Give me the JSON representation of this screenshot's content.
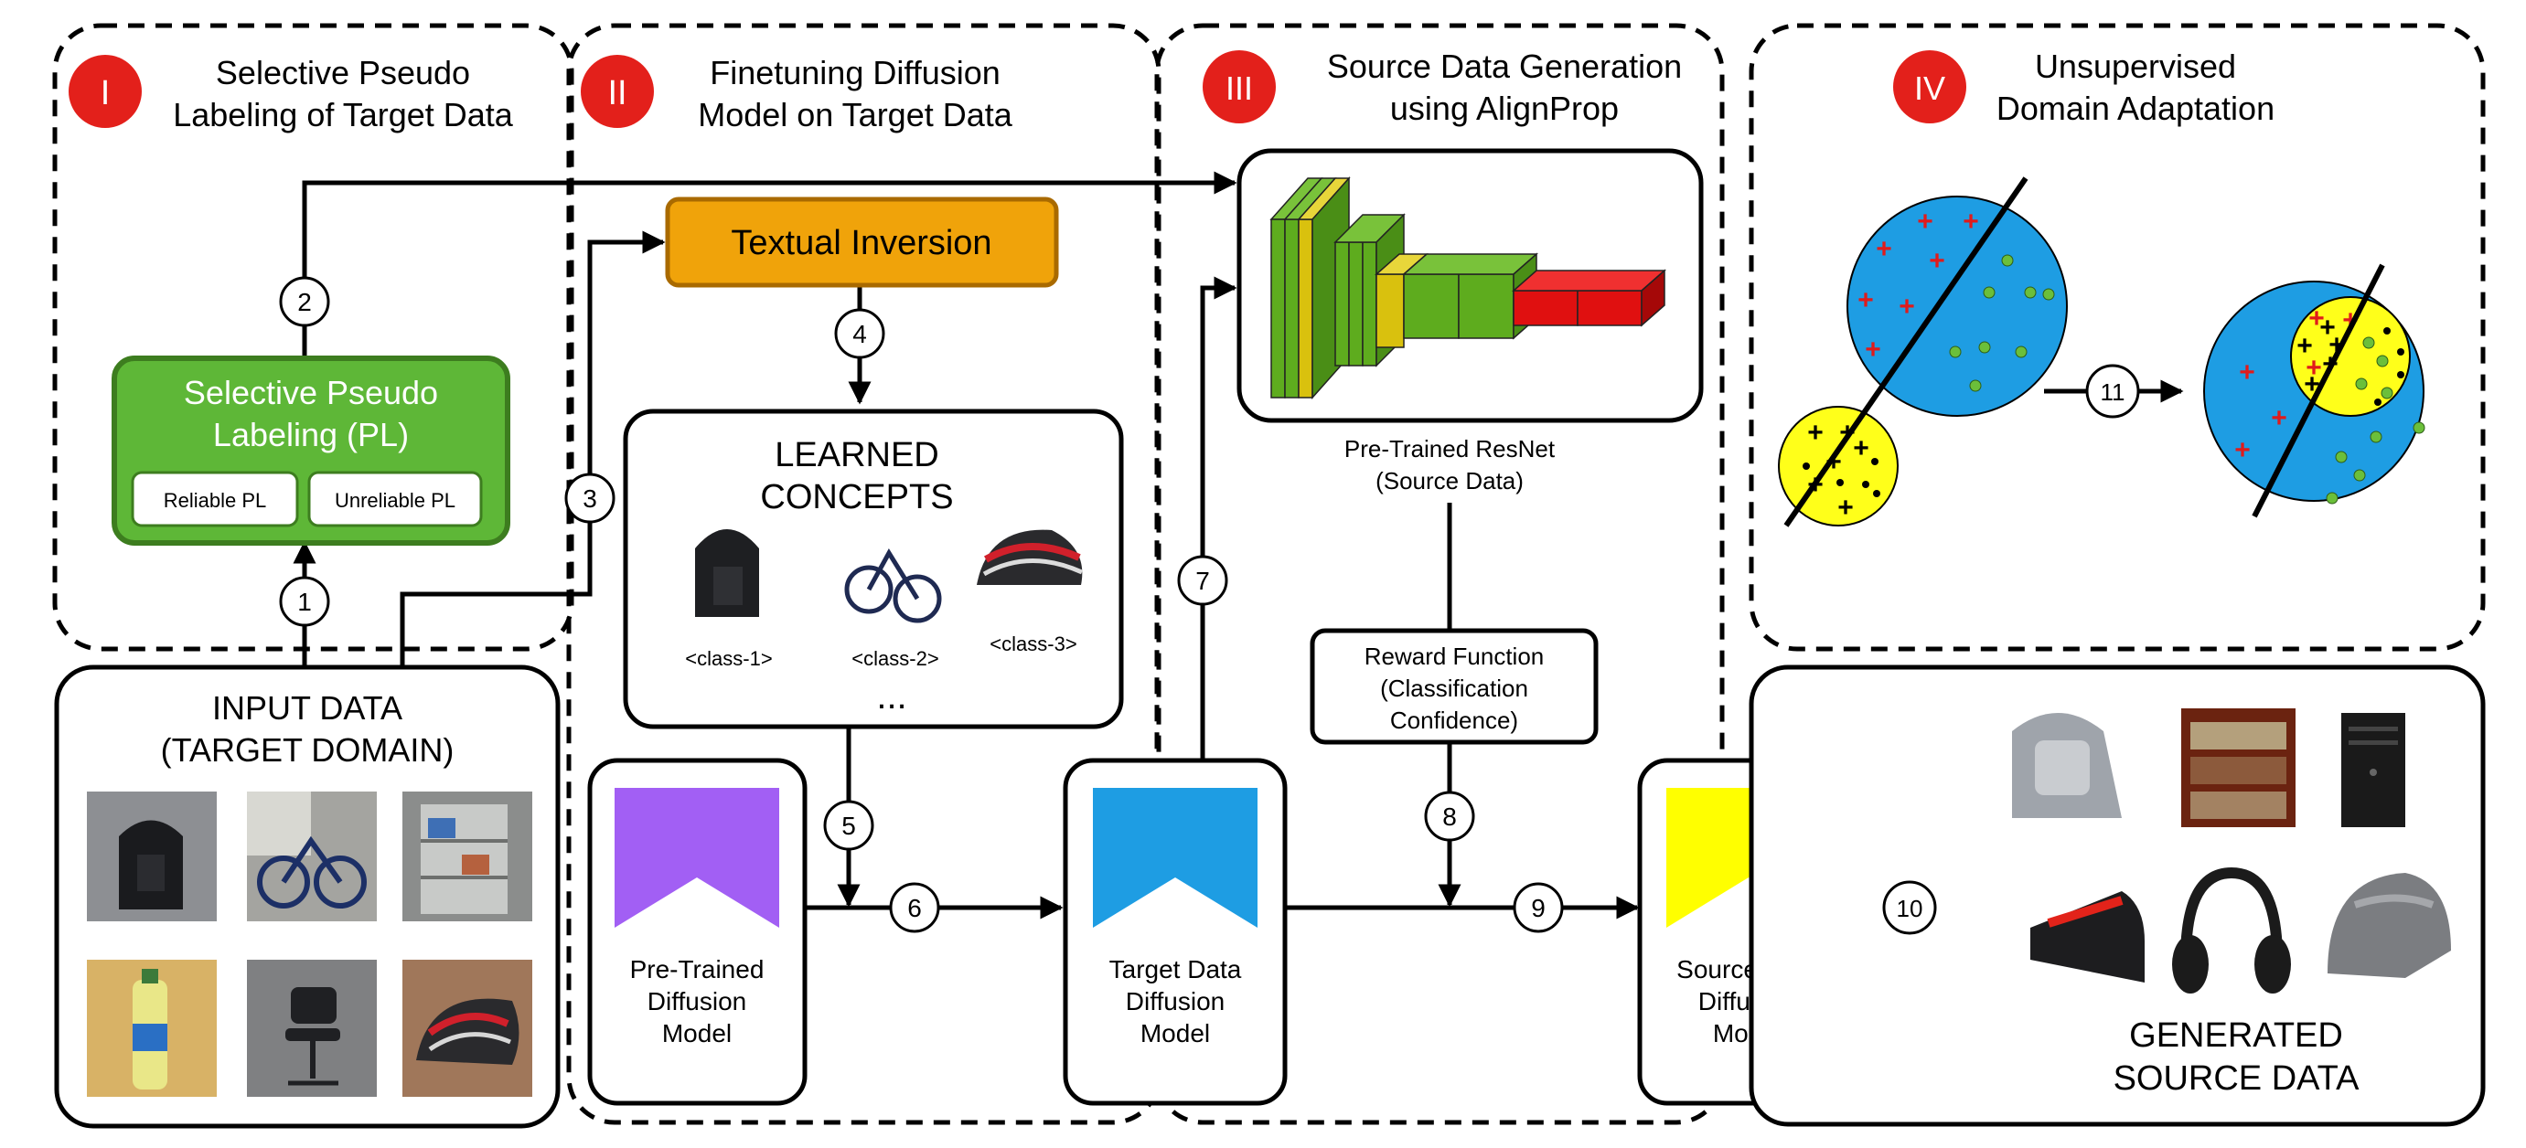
{
  "colors": {
    "roman_badge": "#e3201b",
    "pl_box": "#5eb737",
    "textual_inversion": "#f0a30a",
    "diffusion_pretrained": "#a25ff4",
    "diffusion_target": "#1e9de3",
    "diffusion_source": "#ffff00",
    "resnet_green": "#5eac1e",
    "resnet_yellow": "#d9c10e",
    "resnet_red": "#e01010",
    "domain_blue": "#1e9de3",
    "domain_yellow": "#ffff1a",
    "plus_red": "#e01b1b",
    "dot_green": "#6bbf3a"
  },
  "sections": {
    "s1": {
      "numeral": "I",
      "title_line1": "Selective Pseudo",
      "title_line2": "Labeling of Target Data"
    },
    "s2": {
      "numeral": "II",
      "title_line1": "Finetuning Diffusion",
      "title_line2": "Model on Target Data"
    },
    "s3": {
      "numeral": "III",
      "title_line1": "Source Data Generation",
      "title_line2": "using AlignProp"
    },
    "s4": {
      "numeral": "IV",
      "title_line1": "Unsupervised",
      "title_line2": "Domain Adaptation"
    }
  },
  "pl_box": {
    "line1": "Selective Pseudo",
    "line2": "Labeling (PL)",
    "reliable": "Reliable PL",
    "unreliable": "Unreliable PL"
  },
  "input_data": {
    "line1": "INPUT DATA",
    "line2": "(TARGET DOMAIN)",
    "images": [
      "backpack-photo",
      "bicycle-photo",
      "bookshelf-photo",
      "bottle-photo",
      "chair-photo",
      "helmet-photo"
    ]
  },
  "textual_inversion": "Textual Inversion",
  "learned_concepts": {
    "line1": "LEARNED",
    "line2": "CONCEPTS",
    "classes": [
      "<class-1>",
      "<class-2>",
      "<class-3>"
    ],
    "ellipsis": "..."
  },
  "diffusion_models": {
    "pretrained": [
      "Pre-Trained",
      "Diffusion",
      "Model"
    ],
    "target": [
      "Target Data",
      "Diffusion",
      "Model"
    ],
    "source": [
      "Source Data",
      "Diffusion",
      "Model"
    ]
  },
  "resnet": {
    "line1": "Pre-Trained ResNet",
    "line2": "(Source Data)"
  },
  "reward": {
    "line1": "Reward Function",
    "line2": "(Classification",
    "line3": "Confidence)"
  },
  "generated": {
    "line1": "GENERATED",
    "line2": "SOURCE DATA",
    "images": [
      "backpack-render",
      "bookshelf-render",
      "computer-render",
      "stapler-render",
      "headphones-render",
      "helmet-render"
    ]
  },
  "steps": [
    "1",
    "2",
    "3",
    "4",
    "5",
    "6",
    "7",
    "8",
    "9",
    "10",
    "11"
  ]
}
